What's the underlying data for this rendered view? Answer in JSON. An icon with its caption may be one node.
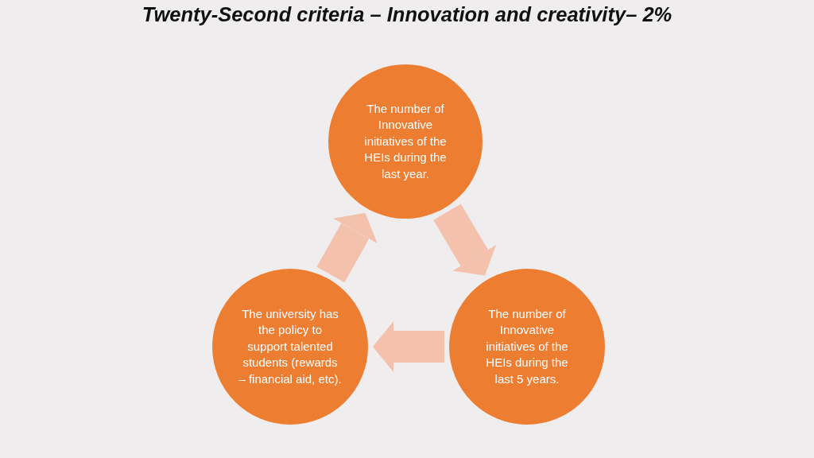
{
  "diagram": {
    "title": "Twenty-Second criteria – Innovation and creativity– 2%",
    "nodes": [
      {
        "text": [
          "The number of Innovative initiatives of the HEIs during the last year."
        ]
      },
      {
        "text": [
          "The number of Innovative initiatives of the HEIs during the last 5 years."
        ]
      },
      {
        "text": [
          "The university has the policy to support talented students (rewards – financial aid, etc)."
        ]
      }
    ],
    "edges": [
      {
        "from": 0,
        "to": 1,
        "arrow": "to"
      },
      {
        "from": 1,
        "to": 2,
        "arrow": "to"
      },
      {
        "from": 2,
        "to": 0,
        "arrow": "to"
      }
    ]
  }
}
